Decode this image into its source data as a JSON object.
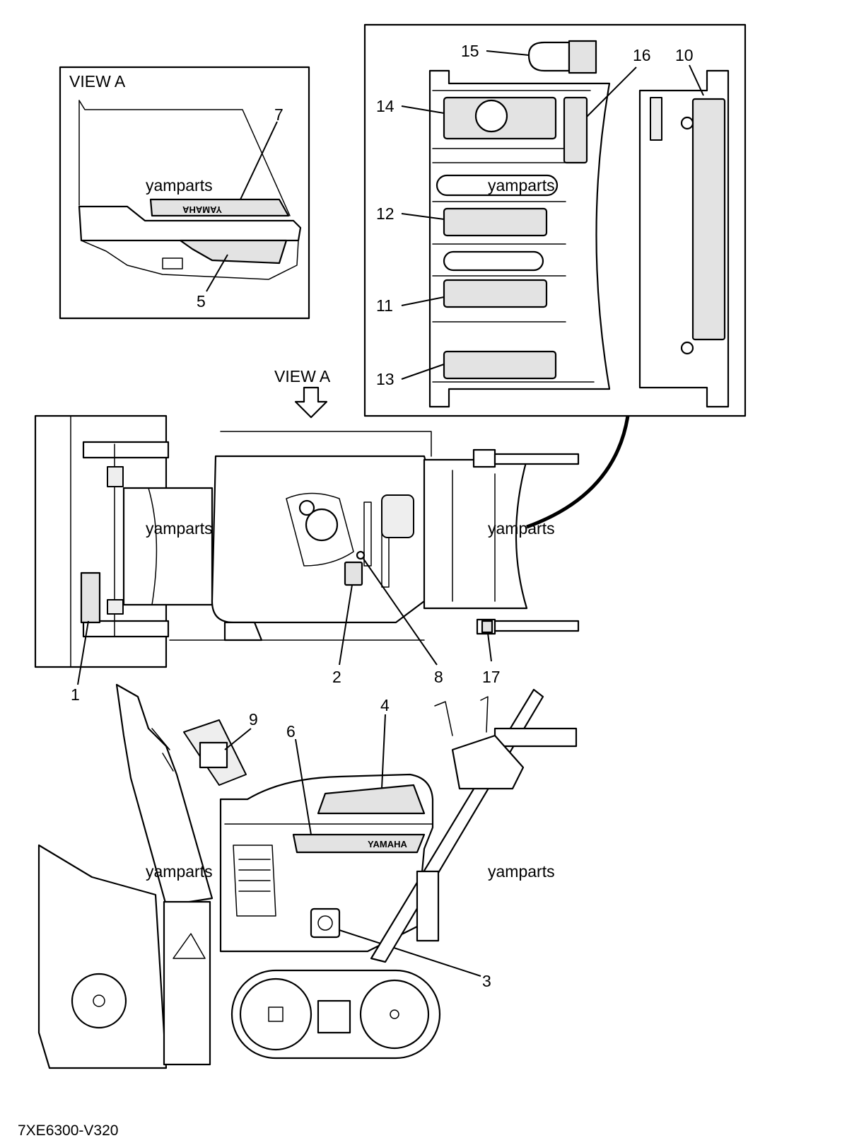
{
  "diagram": {
    "view_title": "VIEW A",
    "view_arrow_label": "VIEW A",
    "drawing_code": "7XE6300-V320",
    "watermark": "yamparts",
    "brand_text": "YAMAHA",
    "callouts": [
      "1",
      "2",
      "3",
      "4",
      "5",
      "6",
      "7",
      "8",
      "9",
      "10",
      "11",
      "12",
      "13",
      "14",
      "15",
      "16",
      "17"
    ]
  }
}
